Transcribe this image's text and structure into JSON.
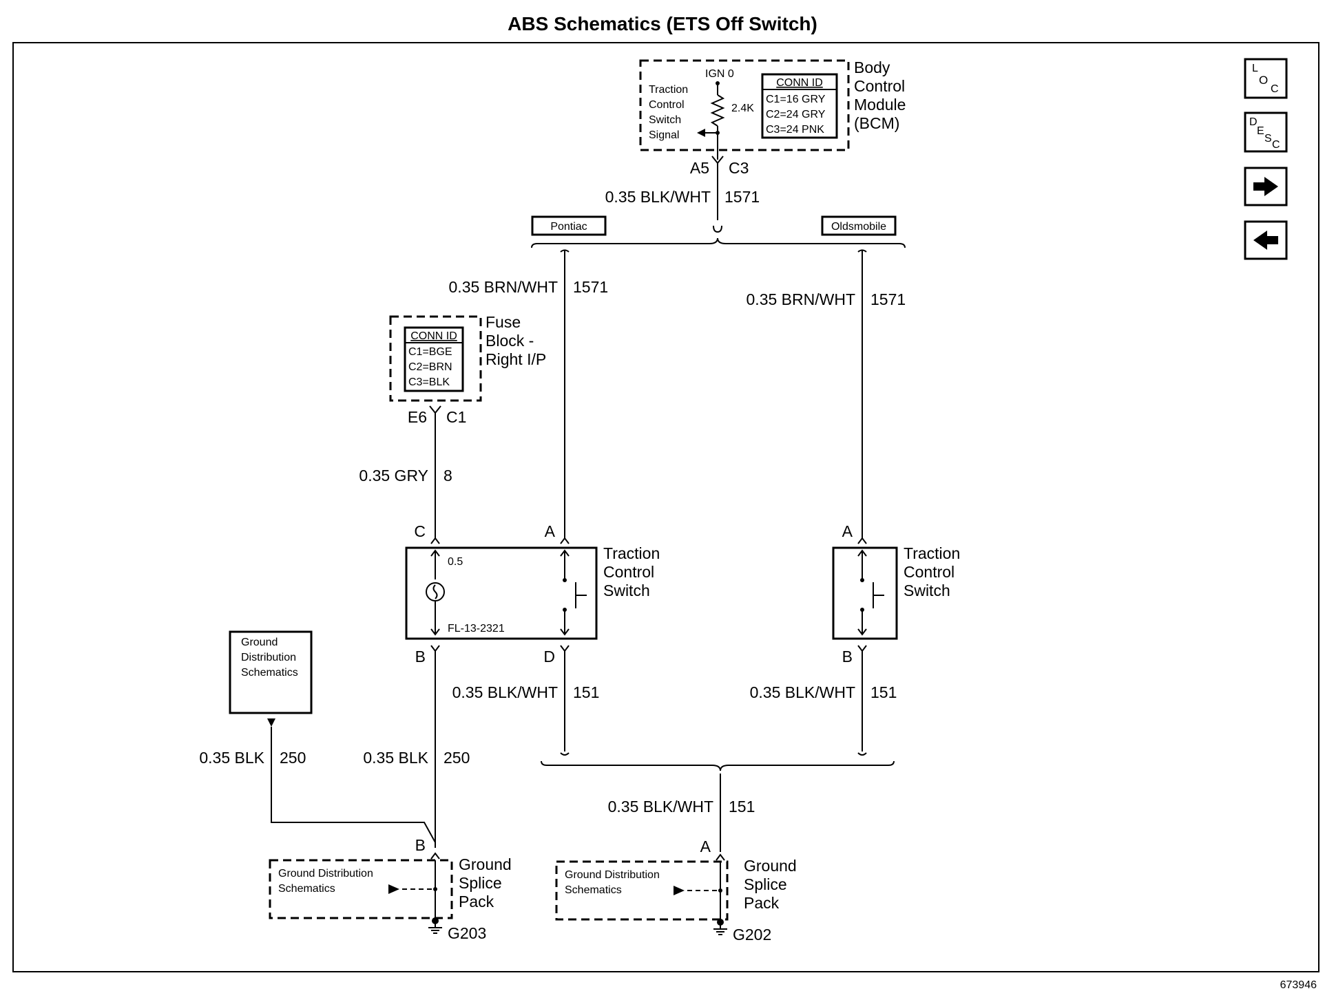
{
  "title": "ABS Schematics (ETS Off Switch)",
  "doc_number": "673946",
  "nav": {
    "loc": {
      "l": "L",
      "o": "O",
      "c": "C"
    },
    "desc": {
      "d": "D",
      "e": "E",
      "s": "S",
      "c": "C"
    }
  },
  "bcm": {
    "name_lines": [
      "Body",
      "Control",
      "Module",
      "(BCM)"
    ],
    "ign": "IGN 0",
    "resistor": "2.4K",
    "signal_lines": [
      "Traction",
      "Control",
      "Switch",
      "Signal"
    ],
    "conn_id": {
      "header": "CONN ID",
      "rows": [
        "C1=16 GRY",
        "C2=24 GRY",
        "C3=24 PNK"
      ]
    },
    "pin": "A5",
    "conn": "C3"
  },
  "fuse_block": {
    "name_lines": [
      "Fuse",
      "Block -",
      "Right I/P"
    ],
    "conn_id": {
      "header": "CONN ID",
      "rows": [
        "C1=BGE",
        "C2=BRN",
        "C3=BLK"
      ]
    },
    "pin": "E6",
    "conn": "C1"
  },
  "variants": {
    "left": "Pontiac",
    "right": "Oldsmobile"
  },
  "wires": {
    "bcm_out": {
      "gauge": "0.35 BLK/WHT",
      "circuit": "1571"
    },
    "pontiac_in": {
      "gauge": "0.35 BRN/WHT",
      "circuit": "1571"
    },
    "olds_in": {
      "gauge": "0.35 BRN/WHT",
      "circuit": "1571"
    },
    "fuse_out": {
      "gauge": "0.35 GRY",
      "circuit": "8"
    },
    "pontiac_ground": {
      "gauge": "0.35 BLK",
      "circuit": "250"
    },
    "ground_dist": {
      "gauge": "0.35 BLK",
      "circuit": "250"
    },
    "pontiac_d": {
      "gauge": "0.35 BLK/WHT",
      "circuit": "151"
    },
    "olds_b": {
      "gauge": "0.35 BLK/WHT",
      "circuit": "151"
    },
    "to_g202": {
      "gauge": "0.35 BLK/WHT",
      "circuit": "151"
    }
  },
  "pontiac_switch": {
    "name_lines": [
      "Traction",
      "Control",
      "Switch"
    ],
    "pins": {
      "c": "C",
      "a": "A",
      "b": "B",
      "d": "D"
    },
    "lamp_rating": "0.5",
    "part": "FL-13-2321"
  },
  "olds_switch": {
    "name_lines": [
      "Traction",
      "Control",
      "Switch"
    ],
    "pins": {
      "a": "A",
      "b": "B"
    }
  },
  "ground_dist_box": {
    "lines": [
      "Ground",
      "Distribution",
      "Schematics"
    ]
  },
  "splice_left": {
    "name_lines": [
      "Ground",
      "Splice",
      "Pack"
    ],
    "ref_lines": [
      "Ground Distribution",
      "Schematics"
    ],
    "pin": "B",
    "ground": "G203"
  },
  "splice_right": {
    "name_lines": [
      "Ground",
      "Splice",
      "Pack"
    ],
    "ref_lines": [
      "Ground Distribution",
      "Schematics"
    ],
    "pin": "A",
    "ground": "G202"
  }
}
